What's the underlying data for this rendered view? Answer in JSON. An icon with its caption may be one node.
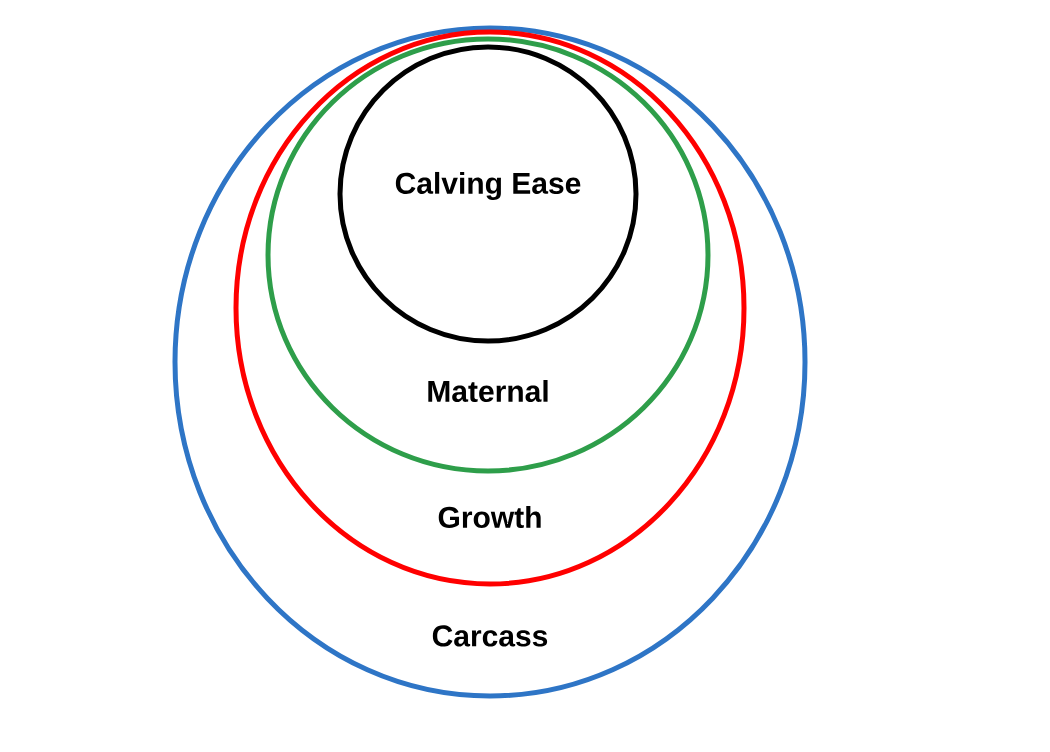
{
  "diagram": {
    "nodes": [
      {
        "text": [
          "Carcass"
        ]
      },
      {
        "text": [
          "Growth"
        ],
        "in": 0
      },
      {
        "text": [
          "Maternal"
        ],
        "in": 1
      },
      {
        "text": [
          "Calving Ease"
        ],
        "in": 2
      }
    ]
  }
}
